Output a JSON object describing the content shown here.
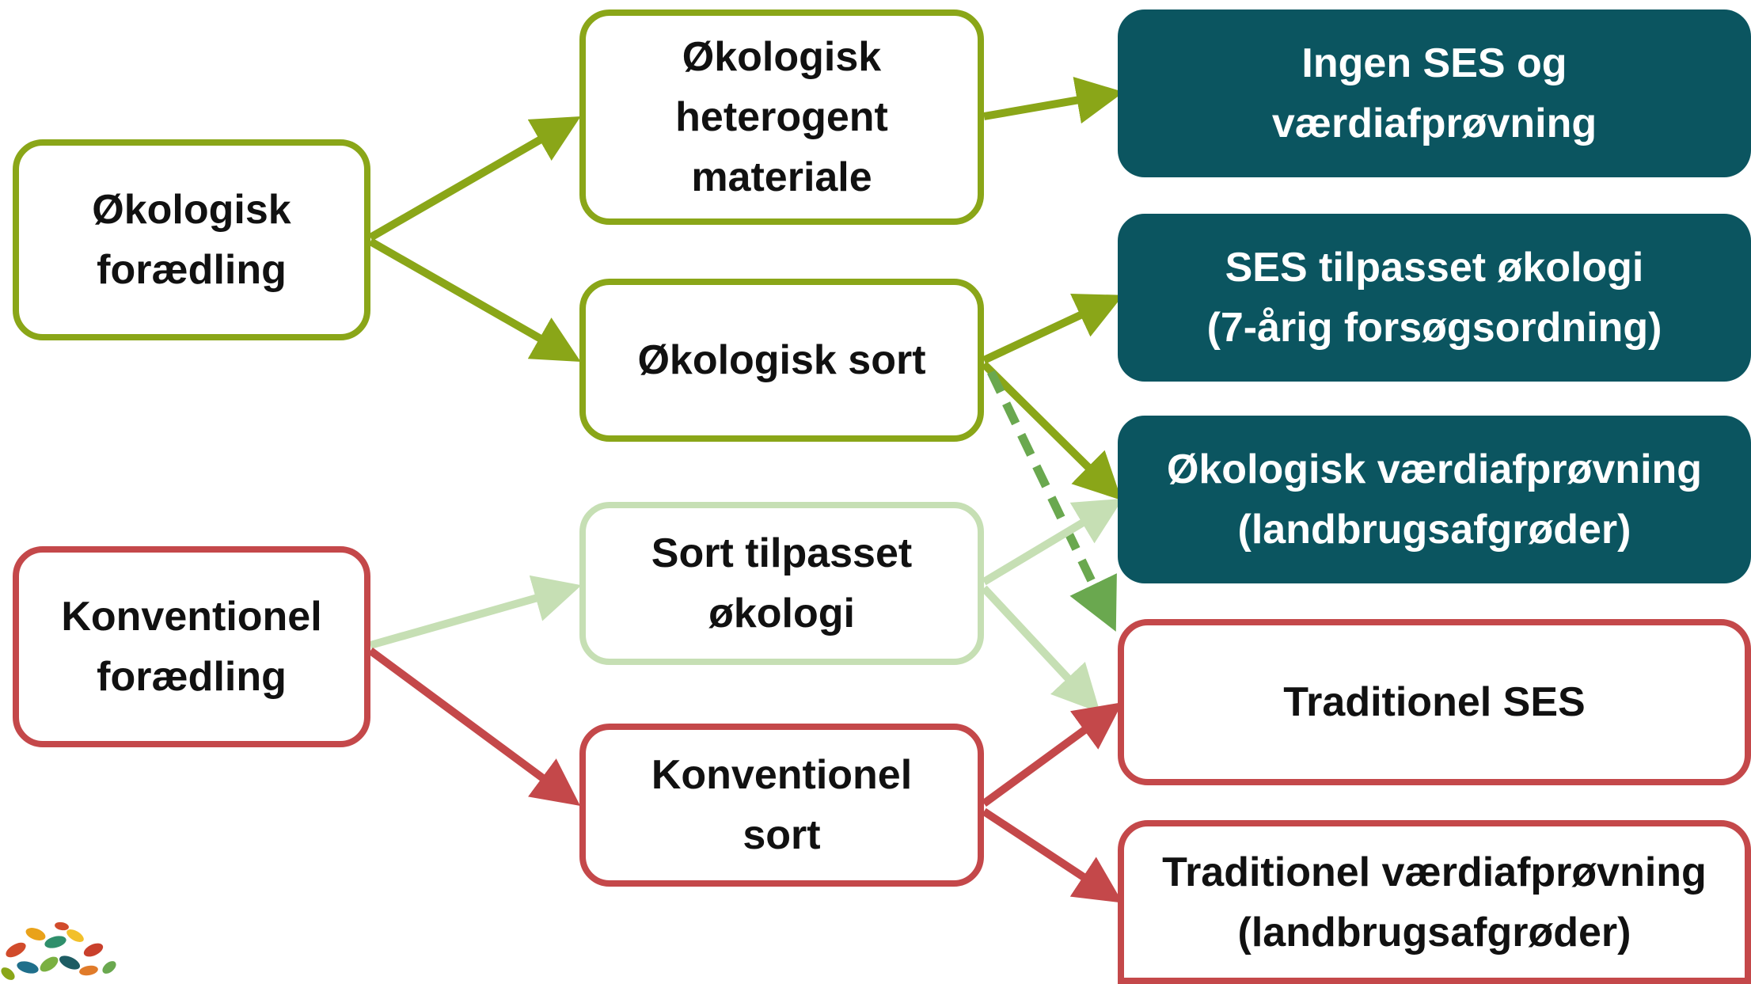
{
  "nodes": {
    "oeko_foraedling": [
      "Økologisk",
      "forædling"
    ],
    "konv_foraedling": [
      "Konventionel",
      "forædling"
    ],
    "oeko_heterogent": [
      "Økologisk",
      "heterogent",
      "materiale"
    ],
    "oeko_sort": [
      "Økologisk sort"
    ],
    "sort_tilpasset": [
      "Sort tilpasset",
      "økologi"
    ],
    "konv_sort": [
      "Konventionel",
      "sort"
    ],
    "ingen_ses": [
      "Ingen SES og",
      "værdiafprøvning"
    ],
    "ses_tilpasset": [
      "SES tilpasset økologi",
      "(7-årig forsøgsordning)"
    ],
    "oeko_vaerdi": [
      "Økologisk værdiafprøvning",
      "(landbrugsafgrøder)"
    ],
    "trad_ses": [
      "Traditionel SES"
    ],
    "trad_vaerdi": [
      "Traditionel værdiafprøvning",
      "(landbrugsafgrøder)"
    ]
  },
  "colors": {
    "green": "#8aa618",
    "light_green": "#c6dfb4",
    "dashed_green": "#6aa84f",
    "red": "#c4484a",
    "teal": "#0b5560"
  },
  "edges": [
    {
      "from": "Økologisk forædling",
      "to": "Økologisk heterogent materiale",
      "style": "green"
    },
    {
      "from": "Økologisk forædling",
      "to": "Økologisk sort",
      "style": "green"
    },
    {
      "from": "Konventionel forædling",
      "to": "Sort tilpasset økologi",
      "style": "light_green"
    },
    {
      "from": "Konventionel forædling",
      "to": "Konventionel sort",
      "style": "red"
    },
    {
      "from": "Økologisk heterogent materiale",
      "to": "Ingen SES og værdiafprøvning",
      "style": "green"
    },
    {
      "from": "Økologisk sort",
      "to": "SES tilpasset økologi",
      "style": "green"
    },
    {
      "from": "Økologisk sort",
      "to": "Økologisk værdiafprøvning",
      "style": "green"
    },
    {
      "from": "Økologisk sort",
      "to": "Traditionel SES",
      "style": "dashed_green"
    },
    {
      "from": "Sort tilpasset økologi",
      "to": "Økologisk værdiafprøvning",
      "style": "light_green"
    },
    {
      "from": "Sort tilpasset økologi",
      "to": "Traditionel SES",
      "style": "light_green"
    },
    {
      "from": "Konventionel sort",
      "to": "Traditionel SES",
      "style": "red"
    },
    {
      "from": "Konventionel sort",
      "to": "Traditionel værdiafprøvning",
      "style": "red"
    }
  ],
  "logo_icon": "seed-logo-icon"
}
